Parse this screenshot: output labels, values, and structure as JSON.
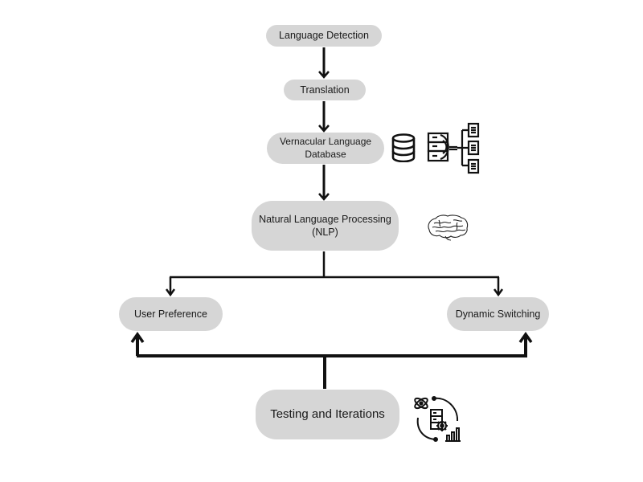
{
  "nodes": {
    "language_detection": "Language Detection",
    "translation": "Translation",
    "vernacular_db_line1": "Vernacular Language",
    "vernacular_db_line2": "Database",
    "nlp_line1": "Natural Language Processing",
    "nlp_line2": "(NLP)",
    "user_preference": "User Preference",
    "dynamic_switching": "Dynamic Switching",
    "testing_iterations": "Testing and Iterations"
  },
  "icons": [
    "database-icon",
    "server-hierarchy-icon",
    "brain-icon",
    "testing-cycle-icon"
  ],
  "colors": {
    "node_fill": "#d6d6d6",
    "connector": "#111111",
    "text": "#1a1a1a"
  }
}
